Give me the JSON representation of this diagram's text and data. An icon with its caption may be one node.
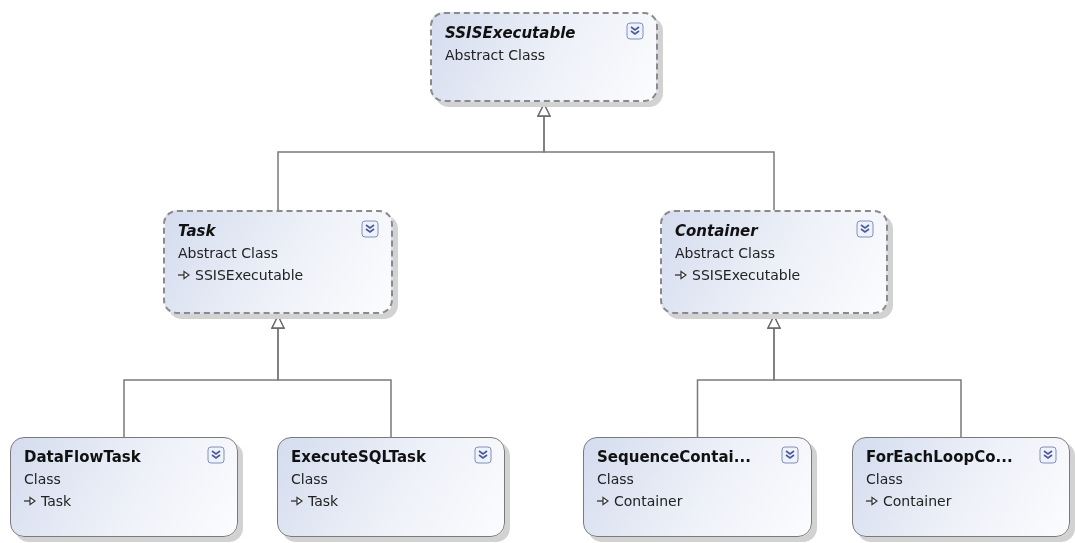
{
  "diagram": {
    "nodes": [
      {
        "text": [
          "SSISExecutable",
          "Abstract Class"
        ]
      },
      {
        "text": [
          "Task",
          "Abstract Class",
          "SSISExecutable"
        ]
      },
      {
        "text": [
          "Container",
          "Abstract Class",
          "SSISExecutable"
        ]
      },
      {
        "text": [
          "DataFlowTask",
          "Class",
          "Task"
        ]
      },
      {
        "text": [
          "ExecuteSQLTask",
          "Class",
          "Task"
        ]
      },
      {
        "text": [
          "SequenceContai...",
          "Class",
          "Container"
        ]
      },
      {
        "text": [
          "ForEachLoopCo...",
          "Class",
          "Container"
        ]
      }
    ],
    "edges": [
      {
        "from": 1,
        "to": 0,
        "arrow": "to"
      },
      {
        "from": 2,
        "to": 0,
        "arrow": "to"
      },
      {
        "from": 3,
        "to": 1,
        "arrow": "to"
      },
      {
        "from": 4,
        "to": 1,
        "arrow": "to"
      },
      {
        "from": 5,
        "to": 2,
        "arrow": "to"
      },
      {
        "from": 6,
        "to": 2,
        "arrow": "to"
      }
    ]
  }
}
